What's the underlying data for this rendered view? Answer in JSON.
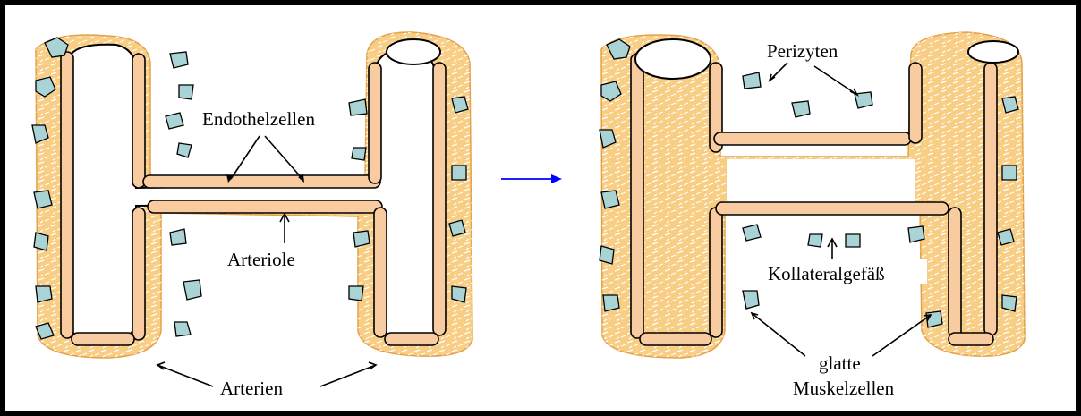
{
  "labels": {
    "endothel": "Endothelzellen",
    "arteriole": "Arteriole",
    "arterien": "Arterien",
    "perizyten": "Perizyten",
    "kollateral": "Kollateralgefäß",
    "glatte_line1": "glatte",
    "glatte_line2": "Muskelzellen"
  },
  "colors": {
    "wall": "#f8cd84",
    "endothelial": "#f9cba0",
    "pericyte": "#a9d3d4",
    "transition_arrow": "#0000ff",
    "border": "#000000"
  }
}
